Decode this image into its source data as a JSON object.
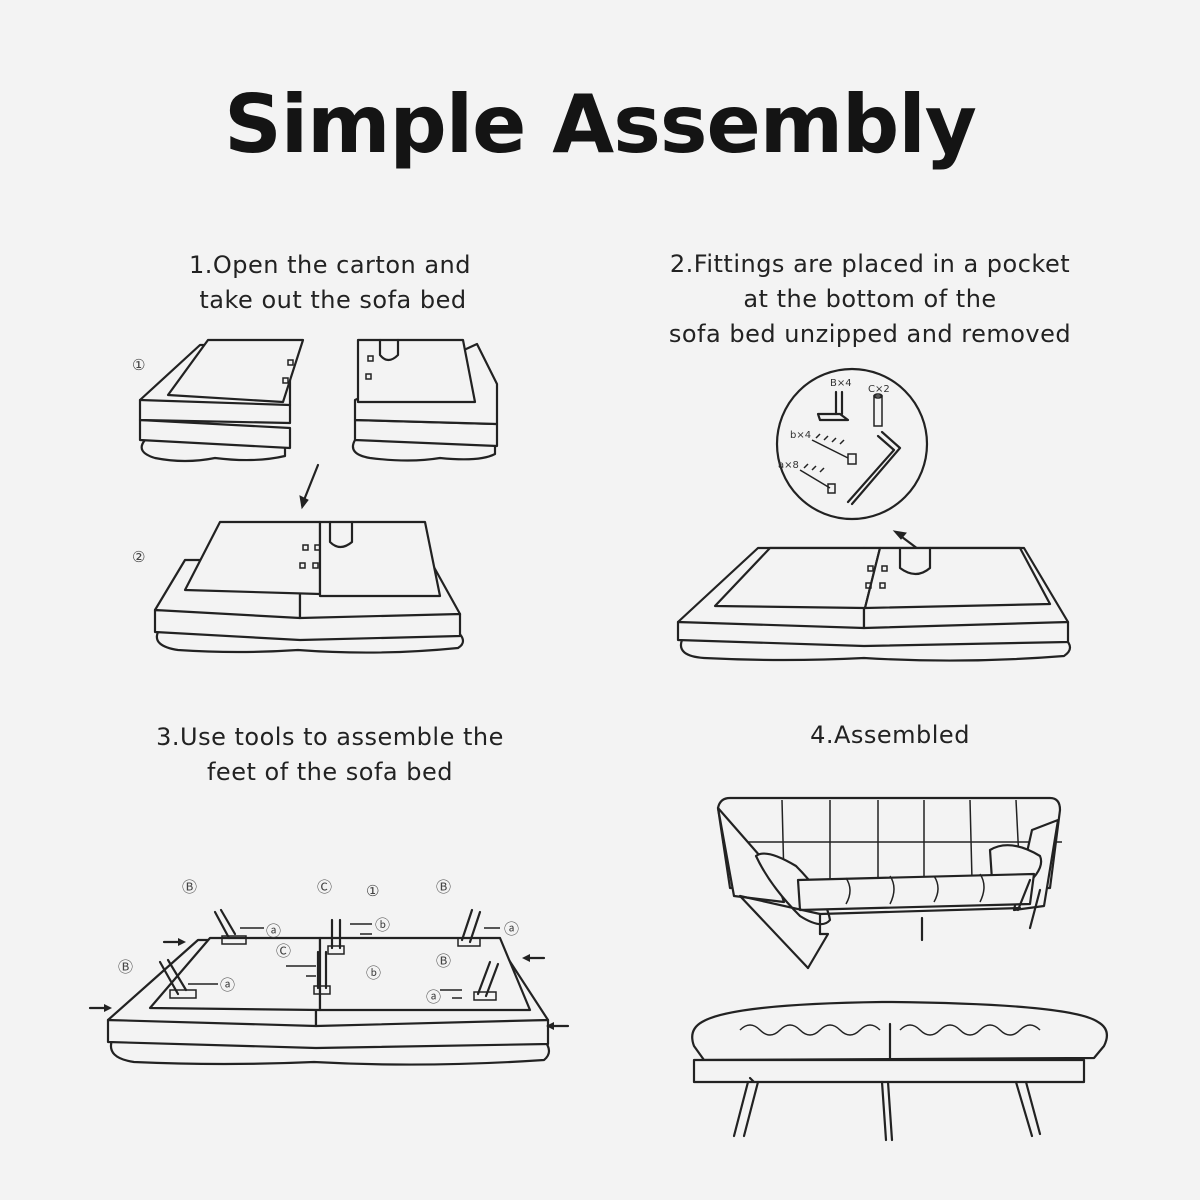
{
  "title": "Simple Assembly",
  "steps": [
    {
      "lines": [
        "1.Open the carton and",
        "take out the sofa bed"
      ]
    },
    {
      "lines": [
        "2.Fittings are placed in a pocket",
        "at the bottom of the",
        "sofa bed unzipped and removed"
      ]
    },
    {
      "lines": [
        "3.Use tools to assemble the",
        "feet of the sofa bed"
      ]
    },
    {
      "lines": [
        "4.Assembled"
      ]
    }
  ],
  "substeps": [
    "①",
    "②"
  ],
  "fittings": {
    "b_upper": "B×4",
    "c": "C×2",
    "b_lower": "b×4",
    "a": "a×8"
  },
  "parts": {
    "B": "Ⓑ",
    "C": "Ⓒ",
    "one": "①",
    "a": "ⓐ",
    "b": "ⓑ"
  }
}
